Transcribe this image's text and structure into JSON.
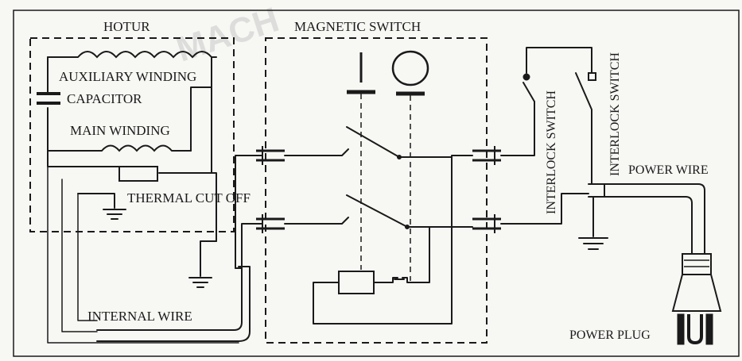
{
  "watermark": "MACH",
  "labels": {
    "motor_box": "HOTUR",
    "switch_box": "MAGNETIC SWITCH",
    "auxiliary_winding": "AUXILIARY WINDING",
    "capacitor": "CAPACITOR",
    "main_winding": "MAIN WINDING",
    "thermal_cut_off": "THERMAL CUT OFF",
    "internal_wire": "INTERNAL WIRE",
    "interlock_switch_1": "INTERLOCK SWITCH",
    "interlock_switch_2": "INTERLOCK SWITCH",
    "power_wire": "POWER WIRE",
    "power_plug": "POWER PLUG"
  },
  "colors": {
    "ink": "#1a1a1a",
    "paper": "#f7f7f4"
  }
}
